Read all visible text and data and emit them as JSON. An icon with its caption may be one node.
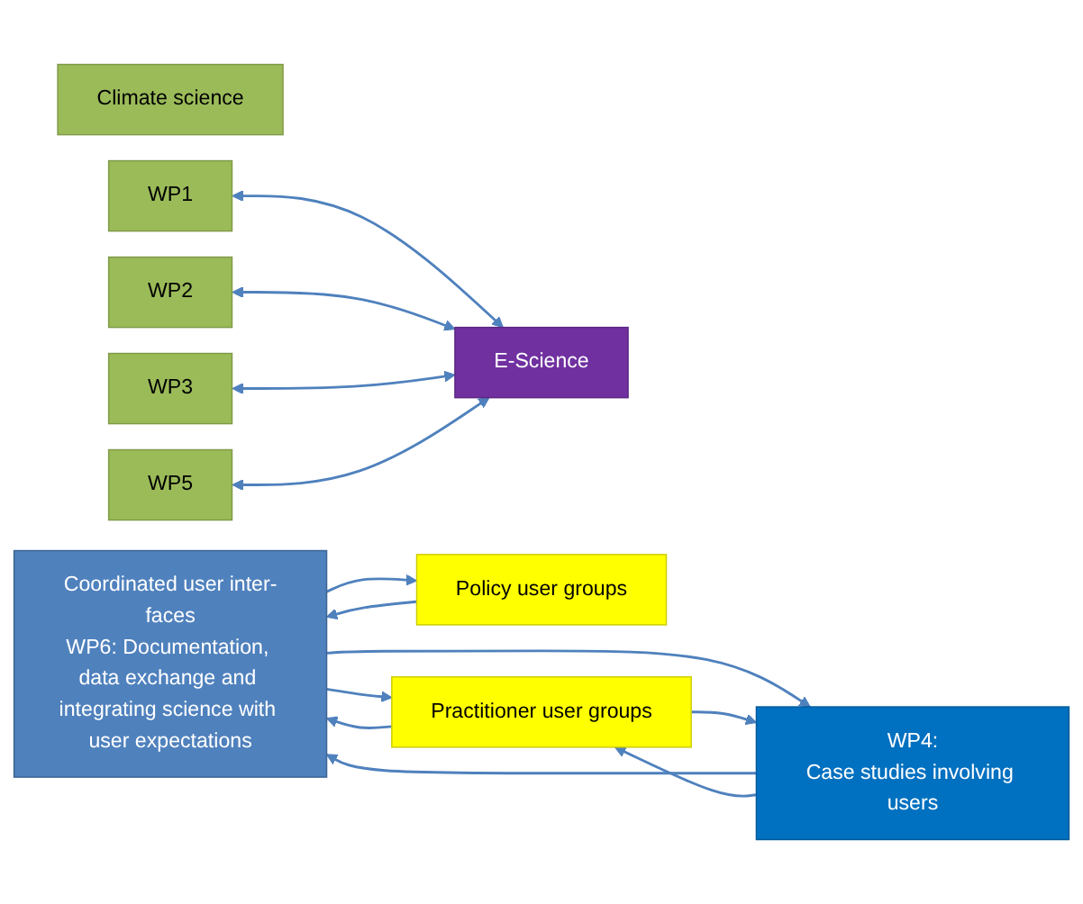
{
  "diagram": {
    "nodes": [
      {
        "text": [
          "Climate science"
        ]
      },
      {
        "text": [
          "WP1"
        ]
      },
      {
        "text": [
          "WP2"
        ]
      },
      {
        "text": [
          "WP3"
        ]
      },
      {
        "text": [
          "WP5"
        ]
      },
      {
        "text": [
          "E-Science"
        ]
      },
      {
        "text": [
          "Coordinated user inter-faces",
          "WP6: Documentation, data exchange and integrating science with user expectations"
        ]
      },
      {
        "text": [
          "Policy user groups"
        ]
      },
      {
        "text": [
          "Practitioner user groups"
        ]
      },
      {
        "text": [
          "WP4:",
          "Case studies involving users"
        ]
      }
    ],
    "edges": [
      {
        "from": 1,
        "to": 5,
        "arrow": "both"
      },
      {
        "from": 2,
        "to": 5,
        "arrow": "both"
      },
      {
        "from": 3,
        "to": 5,
        "arrow": "both"
      },
      {
        "from": 4,
        "to": 5,
        "arrow": "both"
      },
      {
        "from": 6,
        "to": 7,
        "arrow": "to"
      },
      {
        "from": 7,
        "to": 6,
        "arrow": "to"
      },
      {
        "from": 6,
        "to": 8,
        "arrow": "to"
      },
      {
        "from": 8,
        "to": 6,
        "arrow": "to"
      },
      {
        "from": 9,
        "to": 6,
        "arrow": "to"
      },
      {
        "from": 6,
        "to": 9,
        "arrow": "to"
      },
      {
        "from": 9,
        "to": 8,
        "arrow": "to"
      },
      {
        "from": 8,
        "to": 9,
        "arrow": "to"
      }
    ]
  }
}
